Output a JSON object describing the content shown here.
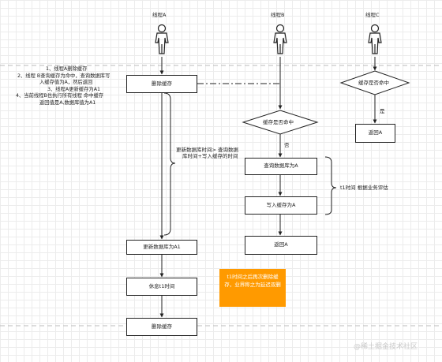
{
  "actors": {
    "a": "线程A",
    "b": "线程B",
    "c": "线程C"
  },
  "notes": [
    "1、线程A删除缓存",
    "2、线程 B查询缓存为命中，查询数据库写",
    "入缓存值为A，然后返回",
    "3、线程A更新缓存为A1",
    "4、当前线程B也执行所有线程 命中缓存",
    "返回值是A,数据库值为A1"
  ],
  "thread_a": {
    "delete_cache": "删除缓存",
    "update_db": "更新数据库为A1",
    "sleep": "休息t1时间",
    "delete_cache_2": "删除缓存"
  },
  "thread_b": {
    "cache_hit": "缓存是否命中",
    "no": "否",
    "query_db": "查询数据库为A",
    "write_cache": "写入缓存为A",
    "return": "返回A"
  },
  "thread_c": {
    "cache_hit": "缓存是否命中",
    "yes": "是",
    "return": "返回A"
  },
  "labels": {
    "brace_a_line1": "更新数据库时间> 查询数据",
    "brace_a_line2": "库时间+写入缓存的时间",
    "brace_b": "t1时间 根据业务评估",
    "orange_line1": "t1时间之后再次删除缓",
    "orange_line2": "存，业界称之为延迟双删"
  },
  "watermark": "@稀土掘金技术社区",
  "colors": {
    "orange": "#ff9a00",
    "line": "#222222"
  }
}
